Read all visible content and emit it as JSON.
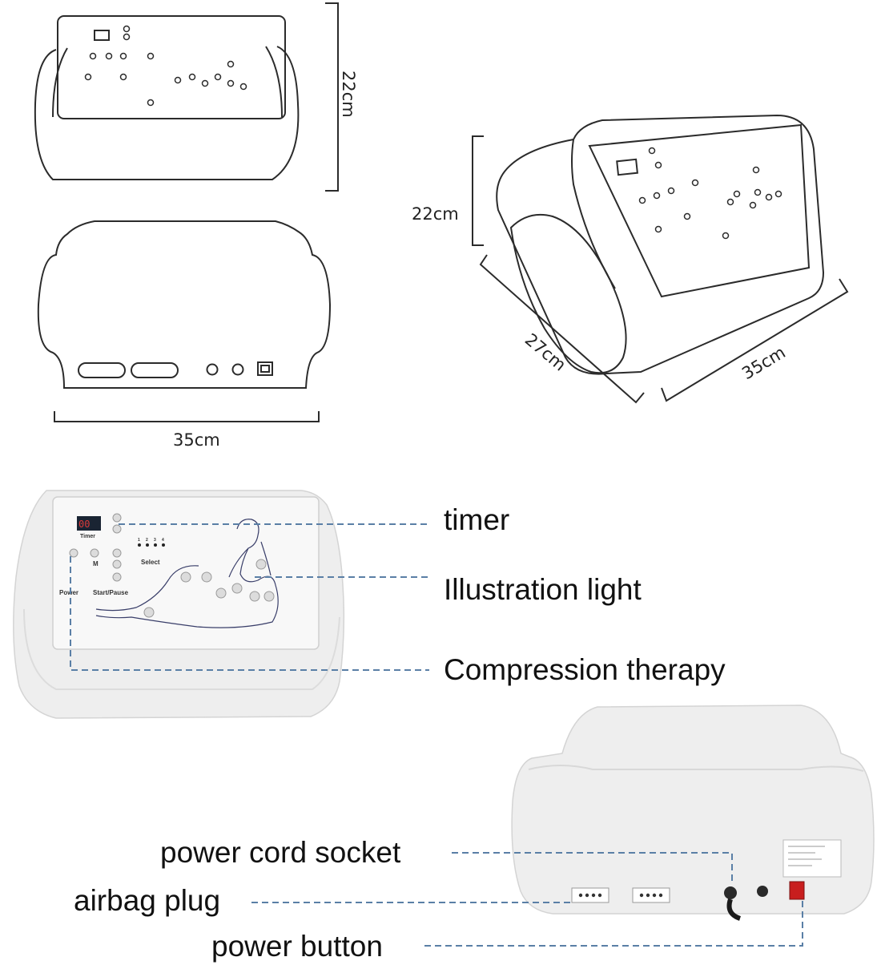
{
  "dimensions": {
    "front_height": "22cm",
    "back_width": "35cm",
    "iso_height": "22cm",
    "iso_depth": "27cm",
    "iso_width": "35cm"
  },
  "panel_labels": {
    "timer": "Timer",
    "power": "Power",
    "mode": "M",
    "start_pause": "Start/Pause",
    "select": "Select",
    "channels": [
      "1",
      "2",
      "3",
      "4"
    ]
  },
  "callouts": {
    "timer": "timer",
    "illustration_light": "Illustration light",
    "compression_therapy": "Compression therapy",
    "power_cord_socket": "power cord socket",
    "airbag_plug": "airbag plug",
    "power_button": "power button"
  },
  "colors": {
    "line": "#2b2b2b",
    "leader": "#5a7fa6",
    "device_body": "#eeeeee",
    "panel_face": "#f7f7f7",
    "display": "#1a2433",
    "display_digits": "#d93a3a",
    "power_switch": "#c81e1e"
  }
}
